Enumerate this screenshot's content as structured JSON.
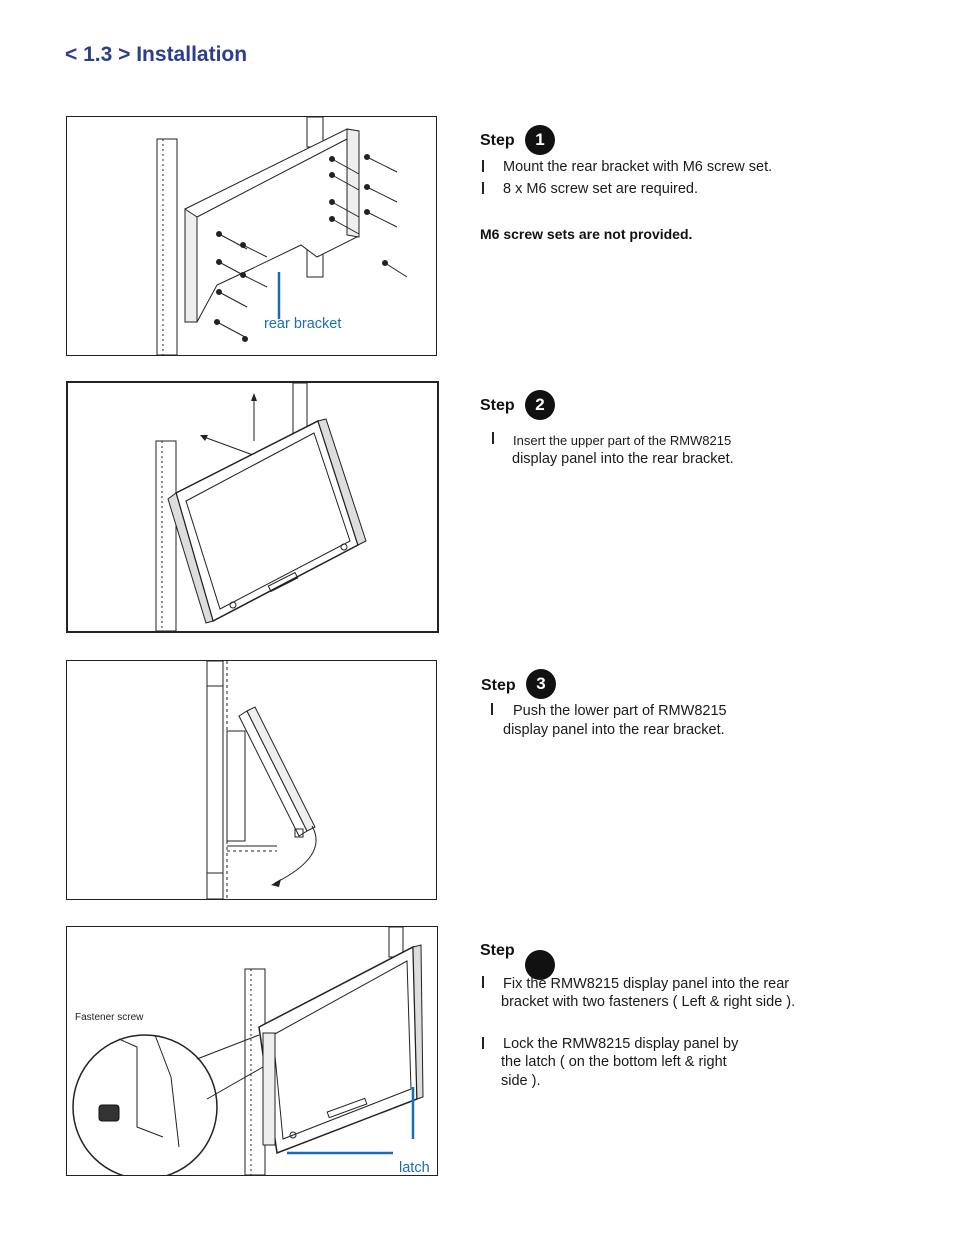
{
  "page": {
    "title": "< 1.3 > Installation"
  },
  "steps": [
    {
      "label": "Step",
      "number": "1",
      "lines": [
        "Mount the rear bracket with M6 screw set.",
        "8 x M6 screw set are required."
      ],
      "note": "M6 screw sets are not provided.",
      "callout": "rear bracket"
    },
    {
      "label": "Step",
      "number": "2",
      "lines": [
        "Insert the upper part of the RMW8215",
        "display panel into the rear bracket."
      ]
    },
    {
      "label": "Step",
      "number": "3",
      "lines": [
        "Push the lower part of RMW8215",
        "display panel into the rear bracket."
      ]
    },
    {
      "label": "Step",
      "number": "",
      "lines": [
        "Fix the RMW8215 display panel into the rear",
        "bracket with two fasteners ( Left & right side ).",
        "Lock the RMW8215 display panel by",
        "the latch ( on the bottom left & right",
        "side )."
      ],
      "figure_label": "Fastener screw",
      "callout": "latch"
    }
  ]
}
